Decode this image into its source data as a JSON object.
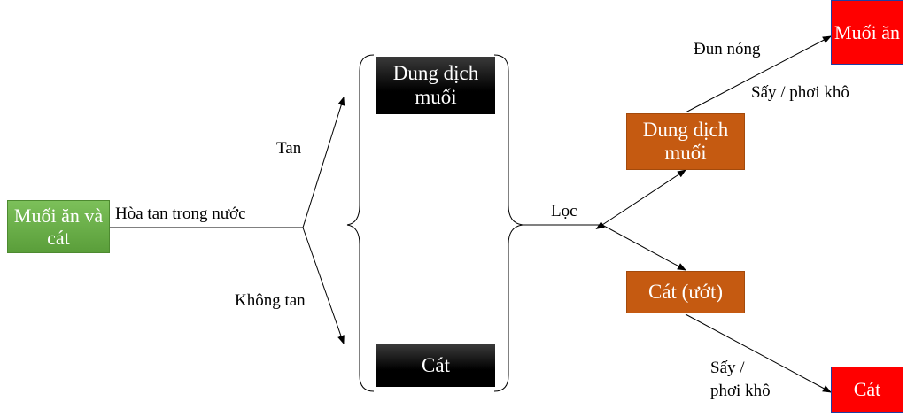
{
  "nodes": {
    "start": "Muối ăn và cát",
    "brine_top": "Dung dịch muối",
    "sand_bottom": "Cát",
    "brine_right": "Dung dịch muối",
    "wet_sand": "Cát (ướt)",
    "salt_final": "Muối ăn",
    "sand_final": "Cát"
  },
  "labels": {
    "dissolve": "Hòa tan trong nước",
    "soluble": "Tan",
    "insoluble": "Không tan",
    "filter": "Lọc",
    "heat": "Đun nóng",
    "dry_salt": "Sấy / phơi khô",
    "dry_sand_1": "Sấy /",
    "dry_sand_2": "phơi khô"
  },
  "colors": {
    "start": "#6ab04c",
    "black_box": "#000000",
    "orange_box": "#c55a11",
    "red_box": "#ff0000"
  }
}
